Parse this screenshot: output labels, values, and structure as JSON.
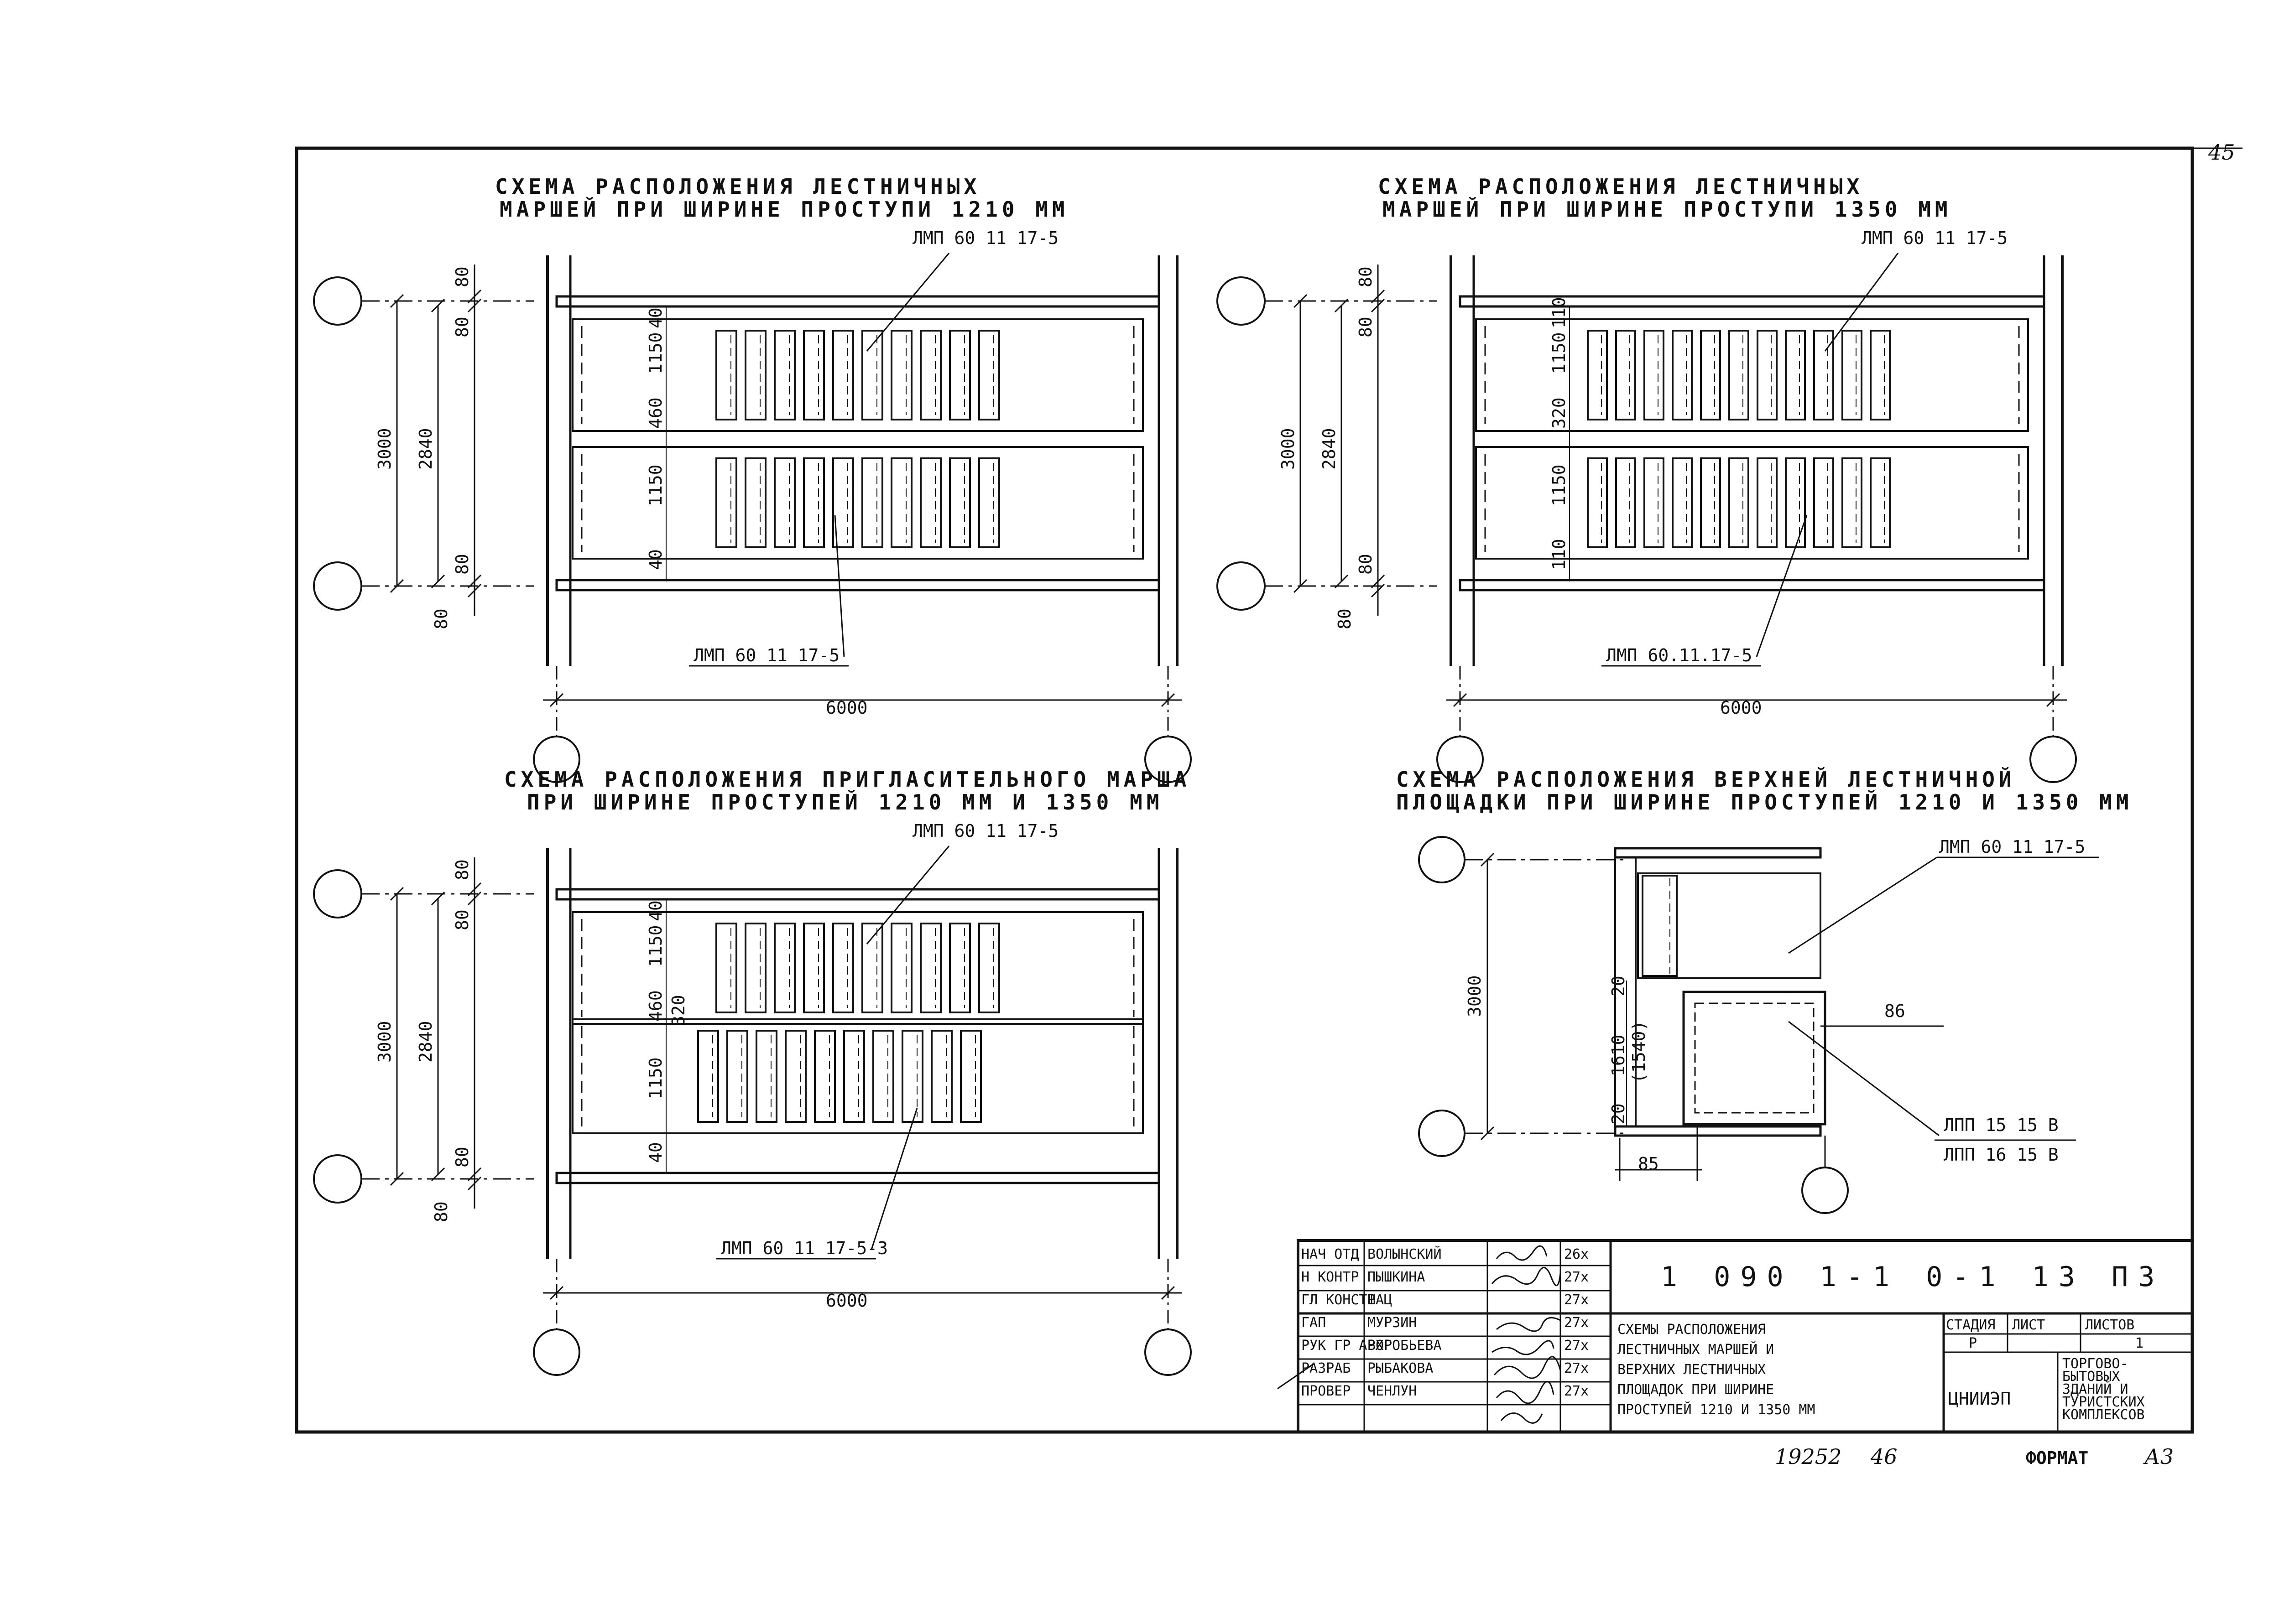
{
  "sheet": {
    "page_number": "45",
    "format_label": "ФОРМАТ",
    "format_value": "А3",
    "inventory": "19252",
    "inventory_suffix": "46"
  },
  "schemes": {
    "s1": {
      "title1": "СХЕМА РАСПОЛОЖЕНИЯ ЛЕСТНИЧНЫХ",
      "title2": "МАРШЕЙ ПРИ ШИРИНЕ ПРОСТУПИ 1210 ММ",
      "mark_top": "ЛМП 60 11 17-5",
      "mark_bottom": "ЛМП 60 11 17-5",
      "dims": {
        "total": "3000",
        "inner": "2840",
        "top_off": "80",
        "upper_gap": "80",
        "lower_gap": "80",
        "bot_off": "80",
        "upper_flight": "1150",
        "upper_edge": "40",
        "gap": "460",
        "lower_flight": "1150",
        "lower_edge": "40",
        "span": "6000"
      }
    },
    "s2": {
      "title1": "СХЕМА РАСПОЛОЖЕНИЯ ЛЕСТНИЧНЫХ",
      "title2": "МАРШЕЙ ПРИ ШИРИНЕ ПРОСТУПИ 1350 ММ",
      "mark_top": "ЛМП 60 11 17-5",
      "mark_bottom": "ЛМП 60.11.17-5",
      "dims": {
        "total": "3000",
        "inner": "2840",
        "top_off": "80",
        "upper_gap": "80",
        "lower_gap": "80",
        "bot_off": "80",
        "upper_flight": "1150",
        "upper_edge": "110",
        "gap": "320",
        "lower_flight": "1150",
        "lower_edge": "110",
        "span": "6000"
      }
    },
    "s3": {
      "title1": "СХЕМА РАСПОЛОЖЕНИЯ ПРИГЛАСИТЕЛЬНОГО МАРША",
      "title2": "ПРИ ШИРИНЕ ПРОСТУПЕЙ 1210 ММ И 1350 ММ",
      "mark_top": "ЛМП 60 11 17-5",
      "mark_bottom": "ЛМП 60 11 17-5-3",
      "dims": {
        "total": "3000",
        "inner": "2840",
        "top_off": "80",
        "upper_gap": "80",
        "lower_gap": "80",
        "bot_off": "80",
        "upper_flight": "1150",
        "upper_edge": "40",
        "gap": "460",
        "gap_alt": "320",
        "lower_flight": "1150",
        "lower_edge": "40",
        "span": "6000"
      }
    },
    "s4": {
      "title1": "СХЕМА РАСПОЛОЖЕНИЯ ВЕРХНЕЙ ЛЕСТНИЧНОЙ",
      "title2": "ПЛОЩАДКИ ПРИ ШИРИНЕ ПРОСТУПЕЙ 1210 И 1350 ММ",
      "mark_top": "ЛМП 60 11 17-5",
      "mark_mid": "86",
      "mark_b1": "ЛПП 15 15 В",
      "mark_b2": "ЛПП 16 15 В",
      "dims": {
        "total": "3000",
        "d20": "20",
        "d1610": "1610",
        "d1540": "(1540)",
        "d20b": "20",
        "d85": "85"
      }
    }
  },
  "title_block": {
    "doc_code": "1 090 1-1 0-1 13 ПЗ",
    "rows": [
      {
        "role": "НАЧ ОТД",
        "name": "ВОЛЫНСКИЙ",
        "date": "26х"
      },
      {
        "role": "Н КОНТР",
        "name": "ПЫШКИНА",
        "date": "27х"
      },
      {
        "role": "ГЛ КОНСТР",
        "name": "ШАЦ",
        "date": "27х"
      },
      {
        "role": "ГАП",
        "name": "МУРЗИН",
        "date": "27х"
      },
      {
        "role": "РУК ГР АРХ",
        "name": "ВОРОБЬЕВА",
        "date": "27х"
      },
      {
        "role": "РАЗРАБ",
        "name": "РЫБАКОВА",
        "date": "27х"
      },
      {
        "role": "ПРОВЕР",
        "name": "ЧЕНЛУН",
        "date": "27х"
      }
    ],
    "description": [
      "СХЕМЫ РАСПОЛОЖЕНИЯ",
      "ЛЕСТНИЧНЫХ МАРШЕЙ И",
      "ВЕРХНИХ ЛЕСТНИЧНЫХ",
      "ПЛОЩАДОК ПРИ ШИРИНЕ",
      "ПРОСТУПЕЙ 1210 И 1350 ММ"
    ],
    "stage_label": "СТАДИЯ",
    "sheet_label": "ЛИСТ",
    "sheets_label": "ЛИСТОВ",
    "stage": "Р",
    "sheets": "1",
    "org": "ЦНИИЭП",
    "org_note": [
      "ТОРГОВО-",
      "БЫТОВЫХ",
      "ЗДАНИЙ И",
      "ТУРИСТСКИХ",
      "КОМПЛЕКСОВ"
    ]
  }
}
